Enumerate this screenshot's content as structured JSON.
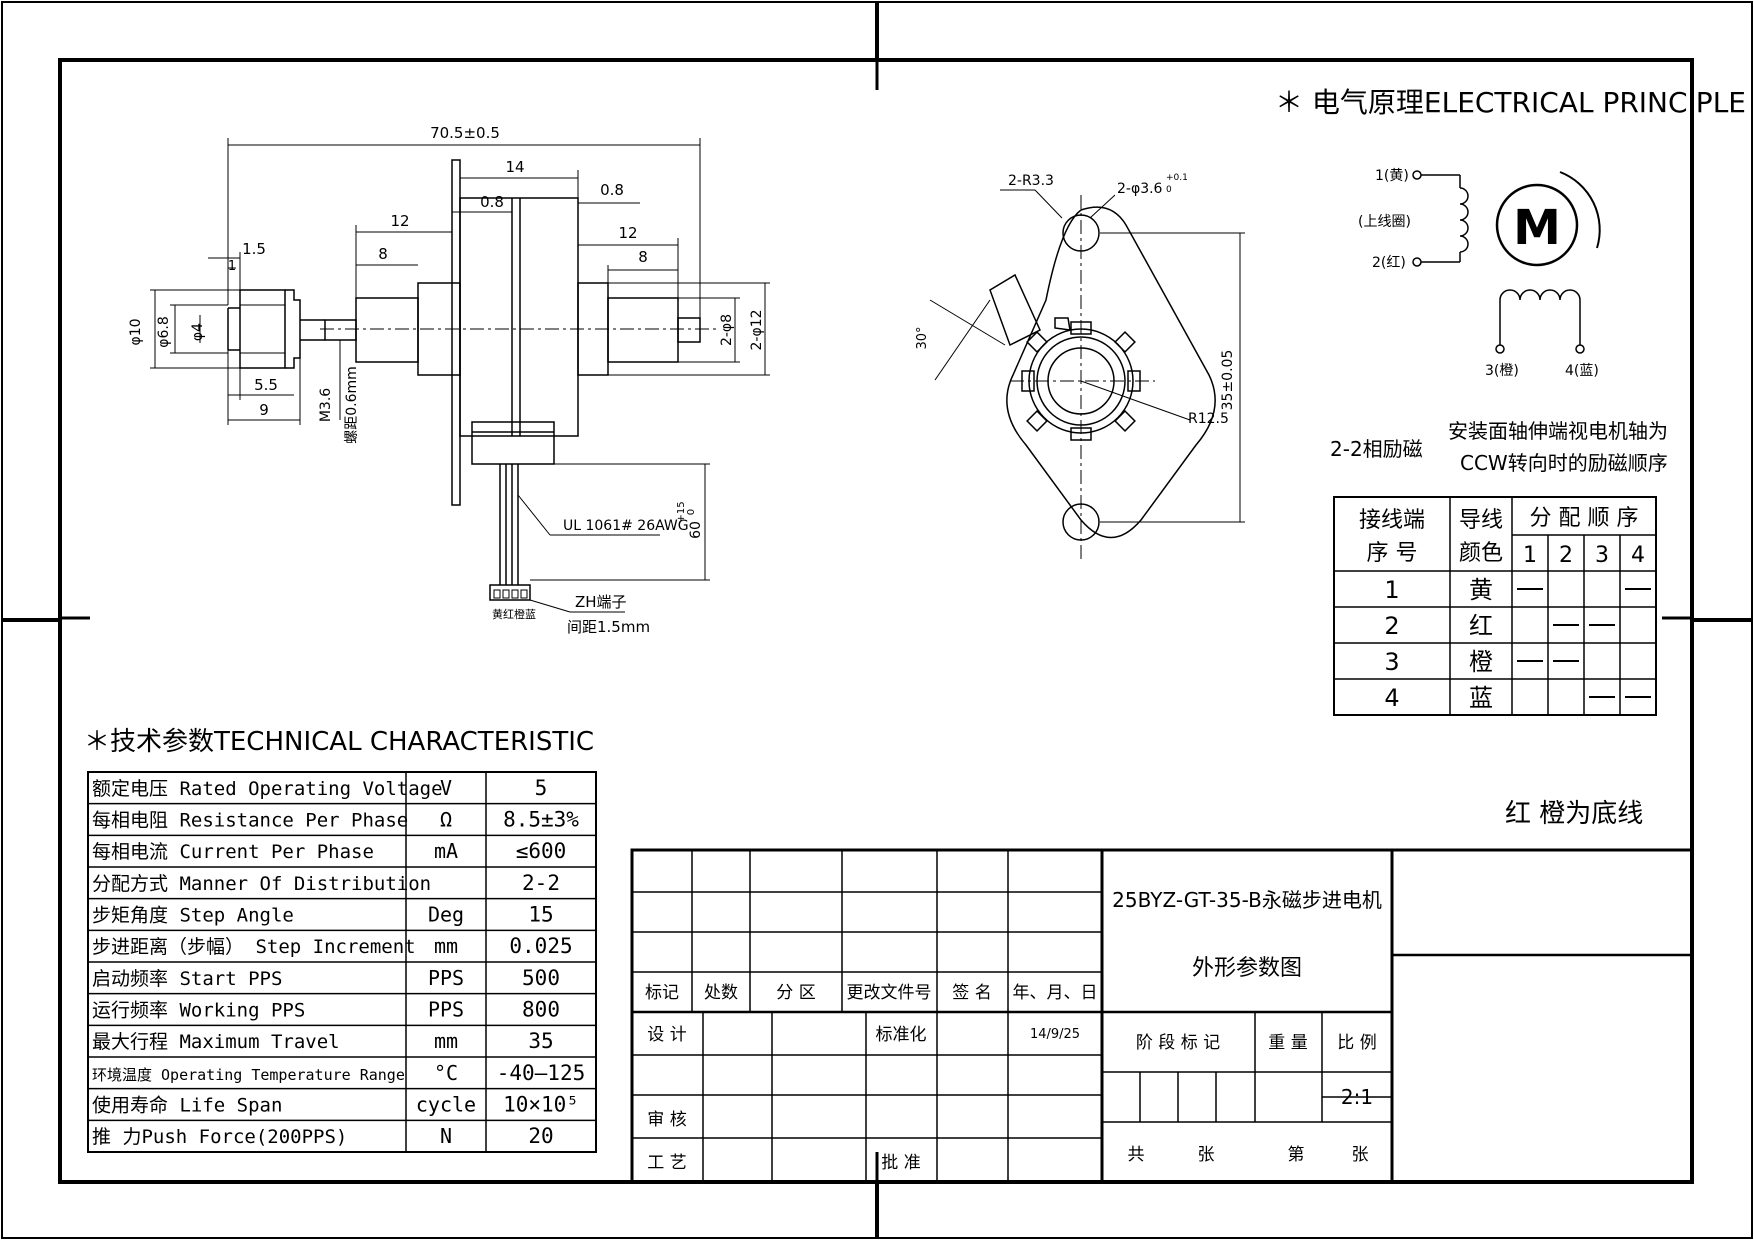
{
  "drawing": {
    "dimensions": {
      "overall_length": "70.5±0.5",
      "body_14": "14",
      "d_08a": "0.8",
      "d_08b": "0.8",
      "d_12a": "12",
      "d_12b": "12",
      "d_8a": "8",
      "d_8b": "8",
      "d_15": "1.5",
      "d_1": "1",
      "d_55": "5.5",
      "d_9": "9",
      "phi10": "φ10",
      "phi68": "φ6.8",
      "phi4": "φ4",
      "m36": "M3.6",
      "pitch": "螺距0.6mm",
      "phi8_2": "2-φ8",
      "phi12_2": "2-φ12",
      "wire_spec": "UL 1061# 26AWG",
      "lead_len": "60",
      "lead_tol_plus": "+15",
      "lead_tol_zero": "0",
      "connector": "ZH端子",
      "connector_pitch": "间距1.5mm",
      "wire_colors": "黄红橙蓝",
      "r33": "2-R3.3",
      "phi36": "2-φ3.6",
      "phi36_tol_plus": "+0.1",
      "phi36_tol_zero": "0",
      "angle30": "30°",
      "r125": "R12.5",
      "dist35": "35±0.05"
    },
    "electrical": {
      "title": "＊ 电气原理ELECTRICAL PRINCIPLE",
      "wire1": "1(黄)",
      "coil_label": "(上线圈)",
      "wire2": "2(红)",
      "wire3": "3(橙)",
      "wire4": "4(蓝)",
      "motor_letter": "M",
      "excitation_label": "2-2相励磁",
      "note_line1": "安装面轴伸端视电机轴为",
      "note_line2": "CCW转向时的励磁顺序"
    },
    "sequence_table": {
      "h_terminal_1": "接线端",
      "h_terminal_2": "序 号",
      "h_color_1": "导线",
      "h_color_2": "颜色",
      "h_order": "分 配 顺 序",
      "steps": [
        "1",
        "2",
        "3",
        "4"
      ],
      "rows": [
        {
          "terminal": "1",
          "color": "黄",
          "marks": [
            true,
            false,
            false,
            true
          ]
        },
        {
          "terminal": "2",
          "color": "红",
          "marks": [
            false,
            true,
            true,
            false
          ]
        },
        {
          "terminal": "3",
          "color": "橙",
          "marks": [
            true,
            true,
            false,
            false
          ]
        },
        {
          "terminal": "4",
          "color": "蓝",
          "marks": [
            false,
            false,
            true,
            true
          ]
        }
      ]
    },
    "common_note": "红 橙为底线",
    "tech": {
      "title": "＊技术参数TECHNICAL CHARACTERISTIC",
      "rows": [
        {
          "name": "额定电压 Rated Operating Voltage",
          "unit": "V",
          "value": "5"
        },
        {
          "name": "每相电阻 Resistance Per Phase",
          "unit": "Ω",
          "value": "8.5±3%"
        },
        {
          "name": "每相电流 Current Per Phase",
          "unit": "mA",
          "value": "≤600"
        },
        {
          "name": "分配方式 Manner Of Distribution",
          "unit": "",
          "value": "2-2"
        },
        {
          "name": "步矩角度 Step Angle",
          "unit": "Deg",
          "value": "15"
        },
        {
          "name": "步进距离（步幅） Step Increment",
          "unit": "mm",
          "value": "0.025"
        },
        {
          "name": "启动频率 Start PPS",
          "unit": "PPS",
          "value": "500"
        },
        {
          "name": "运行频率 Working PPS",
          "unit": "PPS",
          "value": "800"
        },
        {
          "name": "最大行程 Maximum Travel",
          "unit": "mm",
          "value": "35"
        },
        {
          "name": "环境温度 Operating Temperature Range",
          "unit": "°C",
          "value": "-40—125"
        },
        {
          "name": "使用寿命 Life Span",
          "unit": "cycle",
          "value": "10×10⁵"
        },
        {
          "name": "推        力Push Force(200PPS)",
          "unit": "N",
          "value": "20"
        }
      ]
    },
    "title_block": {
      "headers": [
        "标记",
        "处数",
        "分 区",
        "更改文件号",
        "签 名",
        "年、月、日"
      ],
      "design": "设 计",
      "standard": "标准化",
      "date": "14/9/25",
      "review": "审 核",
      "process": "工 艺",
      "approve": "批 准",
      "product_name": "25BYZ-GT-35-B永磁步进电机",
      "drawing_name": "外形参数图",
      "stage_mark": "阶 段 标 记",
      "weight": "重 量",
      "scale_label": "比 例",
      "scale_value": "2:1",
      "total": "共",
      "sheet": "张",
      "page": "第",
      "sheet2": "张"
    }
  }
}
